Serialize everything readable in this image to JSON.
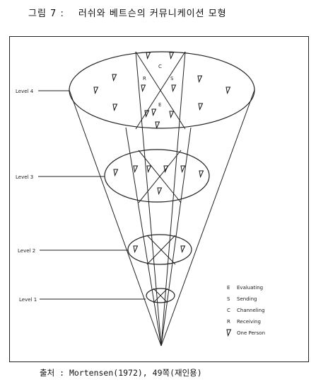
{
  "caption": {
    "label": "그림 7 :",
    "title": "러쉬와 베트슨의 커뮤니케이션 모형"
  },
  "diagram": {
    "levels": [
      {
        "id": "level4",
        "label": "Level 4"
      },
      {
        "id": "level3",
        "label": "Level 3"
      },
      {
        "id": "level2",
        "label": "Level 2"
      },
      {
        "id": "level1",
        "label": "Level 1"
      }
    ],
    "process_letters": [
      "C",
      "R",
      "S",
      "E"
    ],
    "legend": [
      {
        "symbol": "E",
        "label": "Evaluating"
      },
      {
        "symbol": "S",
        "label": "Sending"
      },
      {
        "symbol": "C",
        "label": "Channeling"
      },
      {
        "symbol": "R",
        "label": "Receiving"
      },
      {
        "symbol": "person-icon",
        "label": "One Person"
      }
    ]
  },
  "source": {
    "label": "출처 :",
    "text": "Mortensen(1972), 49쪽(재인용)"
  }
}
